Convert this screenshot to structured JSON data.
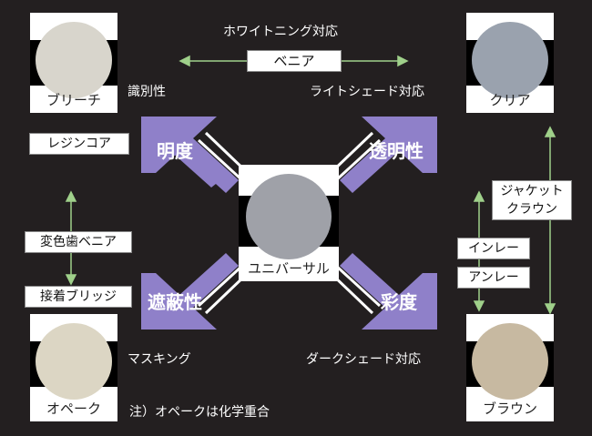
{
  "top_label": "ホワイトニング対応",
  "veneer_box": "ベニア",
  "identification_label": "識別性",
  "light_shade_label": "ライトシェード対応",
  "resin_core_box": "レジンコア",
  "discolored_veneer_box": "変色歯ベニア",
  "bonding_bridge_box": "接着ブリッジ",
  "masking_label": "マスキング",
  "dark_shade_label": "ダークシェード対応",
  "note": "注）オペークは化学重合",
  "jacket_crown_box_line1": "ジャケット",
  "jacket_crown_box_line2": "クラウン",
  "inlay_box": "インレー",
  "onlay_box": "アンレー",
  "arrows": {
    "brightness": "明度",
    "translucency": "透明性",
    "opacity": "遮蔽性",
    "chroma": "彩度"
  },
  "samples": {
    "bleach": {
      "label": "ブリーチ",
      "color": "#d8d5cc"
    },
    "clear": {
      "label": "クリア",
      "color": "#9aa2ae"
    },
    "universal": {
      "label": "ユニバーサル",
      "color": "#9fa1a8"
    },
    "opaque": {
      "label": "オペーク",
      "color": "#dcd6c4"
    },
    "brown": {
      "label": "ブラウン",
      "color": "#c7b9a1"
    }
  },
  "colors": {
    "arrow_fill": "#8f80c9",
    "guide_green": "#9fd08a"
  }
}
